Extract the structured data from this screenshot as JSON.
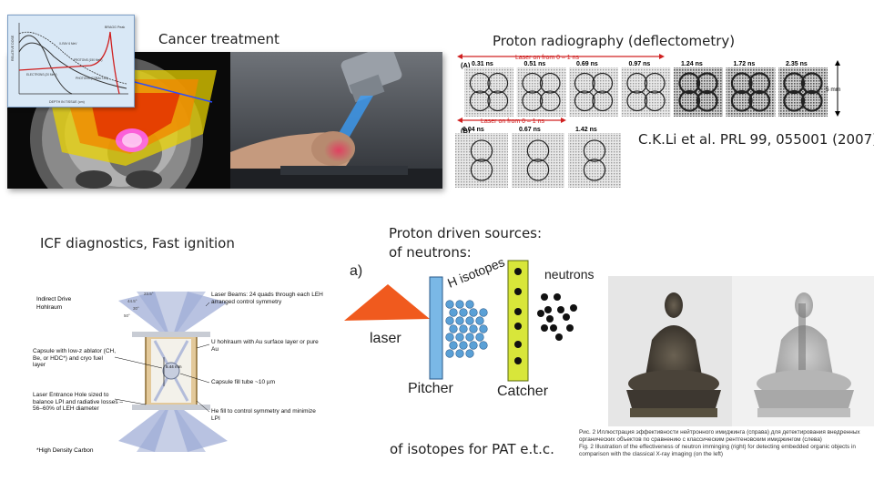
{
  "captions": {
    "cancer": "Cancer treatment",
    "radiography": "Proton radiography (deflectometry)",
    "citation": "C.K.Li et al. PRL 99, 055001 (2007)",
    "icf": "ICF diagnostics, Fast ignition",
    "neutron_sources_line1": "Proton driven sources:",
    "neutron_sources_line2": "of neutrons:",
    "isotopes": "of isotopes for PAT e.t.c."
  },
  "radiography": {
    "row_a_label": "(A)",
    "row_a_laser": "Laser on from 0 – 1 ns",
    "row_a_times": [
      "0.31 ns",
      "0.51 ns",
      "0.69 ns",
      "0.97 ns",
      "1.24 ns",
      "1.72 ns",
      "2.35 ns"
    ],
    "row_b_label": "(B)",
    "row_b_laser": "Laser on from 0 – 1 ns",
    "row_b_times": [
      "0.04 ns",
      "0.67 ns",
      "1.42 ns"
    ],
    "scale": "5 mm"
  },
  "dose_chart": {
    "ylabel": "RELATIVE DOSE",
    "xlabel": "DEPTH IN TISSUE (cm)",
    "bragg": "BRAGG Peak",
    "electron": "ELECTRONS (20 MeV)",
    "photon1": "X-RAY 6 MeV",
    "proton": "PROTONS (150 MeV)",
    "photon2": "PHOTONS (COBALT-60)"
  },
  "icf": {
    "title_line1": "Indirect Drive",
    "title_line2": "Hohlraum",
    "beams": "Laser Beams: 24 quads through each LEH arranged control symmetry",
    "hohlraum": "U hohlraum with Au surface layer or pure Au",
    "capsule": "Capsule with low-z ablator (CH, Be, or HDC*) and cryo fuel layer",
    "fill_tube": "Capsule fill tube ~10 µm",
    "leh": "Laser Entrance Hole sized to balance LPI and radiative losses – 56–60% of LEH diameter",
    "fill": "He fill to control symmetry and minimize LPI",
    "footnote": "*High Density Carbon",
    "size": "5.44 mm",
    "angles": [
      "23.5°",
      "44.5°",
      "30°",
      "50°"
    ]
  },
  "neutron_schematic": {
    "panel_label": "a)",
    "laser": "laser",
    "h_isotopes": "H isotopes",
    "neutrons": "neutrons",
    "pitcher": "Pitcher",
    "catcher": "Catcher",
    "colors": {
      "laser": "#f05a1e",
      "pitcher": "#7ab8e6",
      "catcher": "#d8e63a",
      "isotope": "#5aa0d6"
    }
  },
  "buddha_caption": {
    "line1": "Рис. 2 Иллюстрация эффективности нейтронного имиджинга (справа) для детектирования внедренных органических объектов по сравнению с классическим рентгеновским имиджингом (слева)",
    "line2": "Fig. 2 Illustration of the effectiveness of neutron imminging (right) for detecting embedded organic objects in comparison with the classical X-ray imaging (on the left)"
  }
}
